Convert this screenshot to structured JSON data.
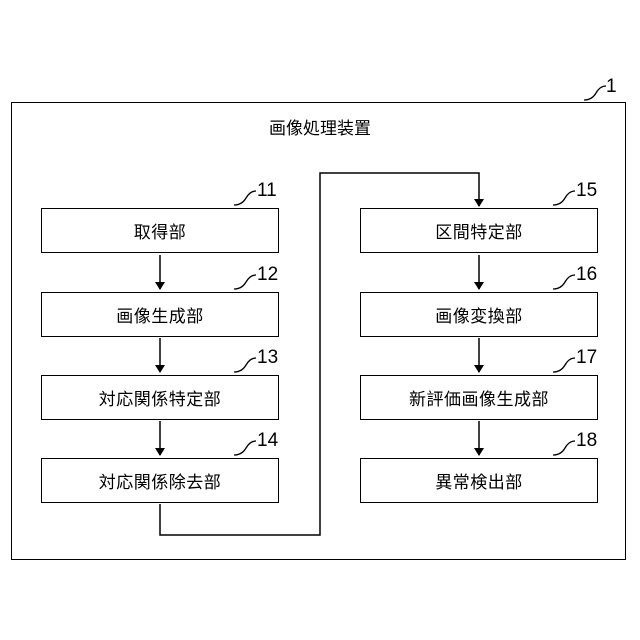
{
  "device": {
    "title": "画像処理装置",
    "ref": "1"
  },
  "left_column": [
    {
      "label": "取得部",
      "ref": "11"
    },
    {
      "label": "画像生成部",
      "ref": "12"
    },
    {
      "label": "対応関係特定部",
      "ref": "13"
    },
    {
      "label": "対応関係除去部",
      "ref": "14"
    }
  ],
  "right_column": [
    {
      "label": "区間特定部",
      "ref": "15"
    },
    {
      "label": "画像変換部",
      "ref": "16"
    },
    {
      "label": "新評価画像生成部",
      "ref": "17"
    },
    {
      "label": "異常検出部",
      "ref": "18"
    }
  ]
}
